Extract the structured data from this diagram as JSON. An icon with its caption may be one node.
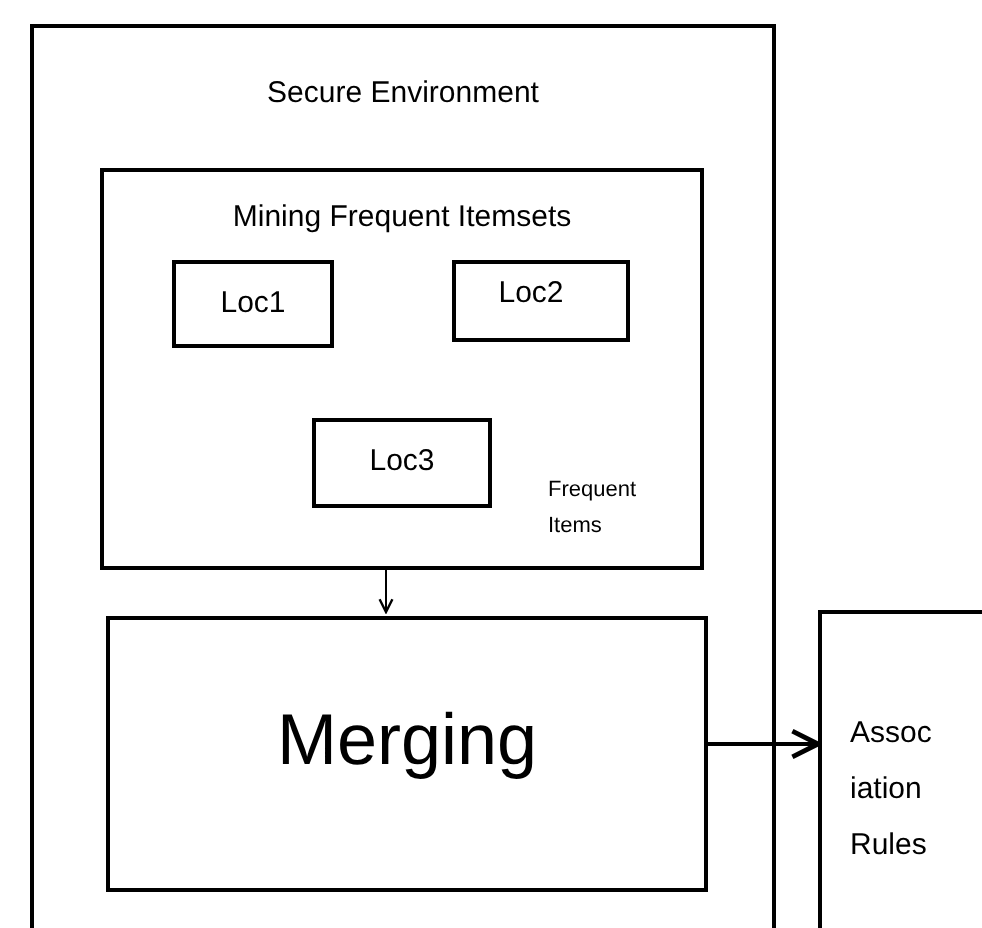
{
  "diagram": {
    "nodes": [
      {
        "text": [
          "Secure Environment"
        ]
      },
      {
        "text": [
          "Mining Frequent Itemsets"
        ],
        "in": 0
      },
      {
        "text": [
          "Loc1"
        ],
        "in": 1
      },
      {
        "text": [
          "Loc2"
        ],
        "in": 1
      },
      {
        "text": [
          "Loc3"
        ],
        "in": 1
      },
      {
        "text": [
          "Merging"
        ],
        "in": 0
      },
      {
        "text": [
          "Assoc iation Rules"
        ]
      }
    ],
    "edges": [
      {
        "from": 1,
        "to": 5,
        "arrow": "to"
      },
      {
        "from": 5,
        "to": 6,
        "arrow": "to"
      }
    ],
    "labels": [
      "Frequent Items"
    ]
  }
}
